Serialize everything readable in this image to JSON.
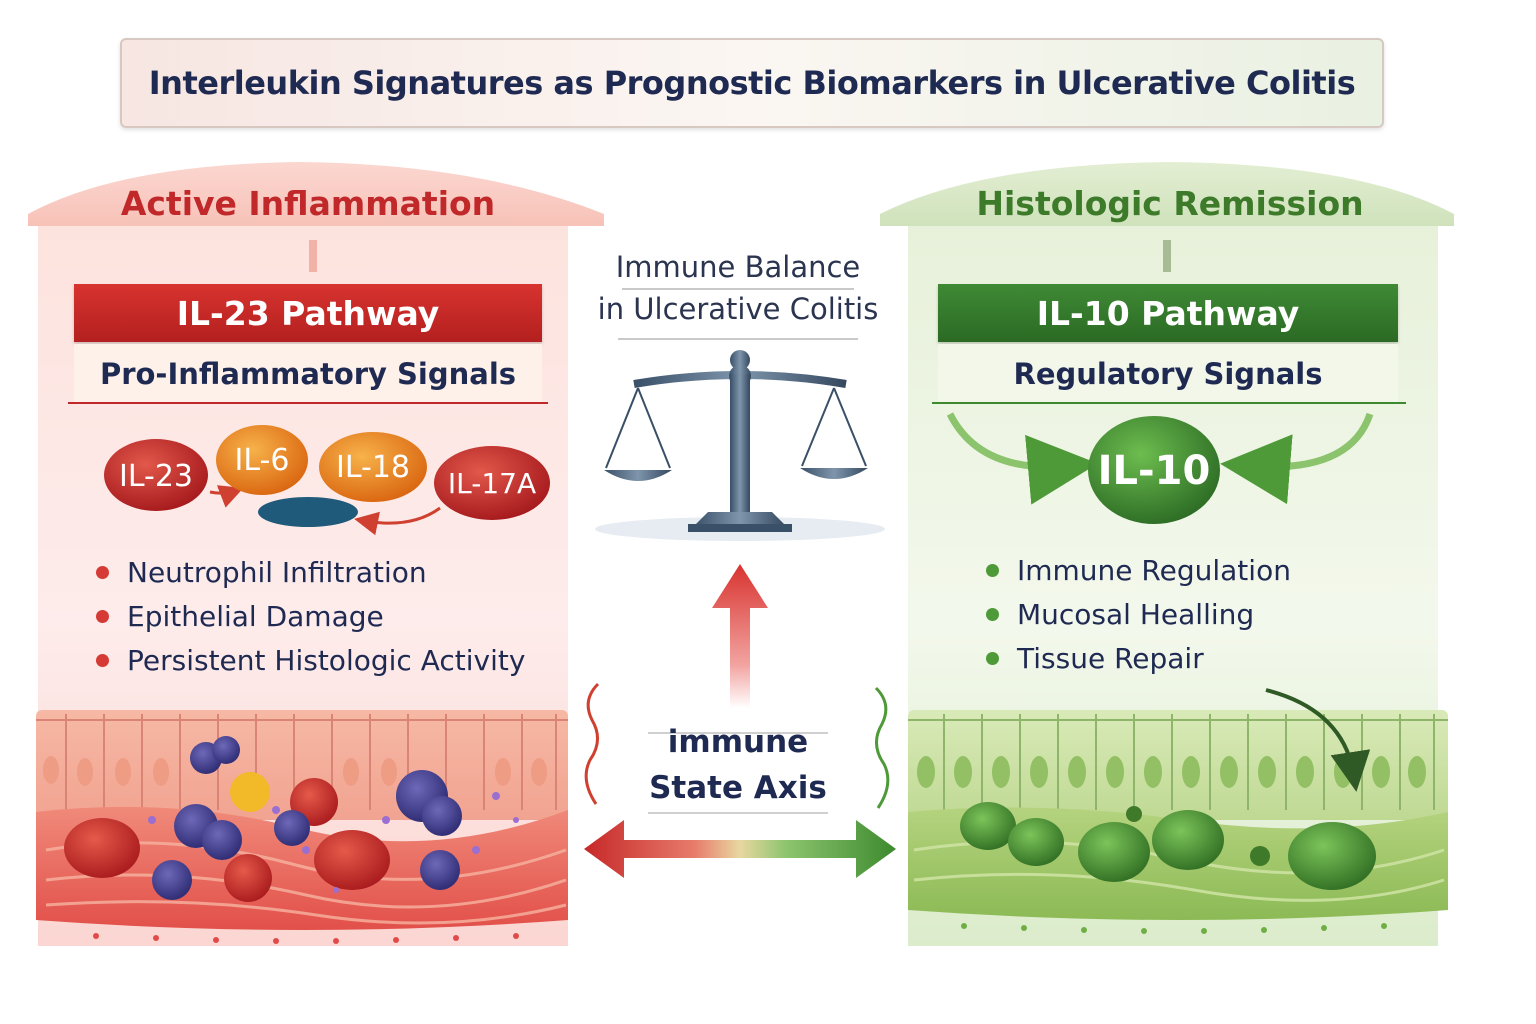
{
  "title": "Interleukin Signatures as Prognostic Biomarkers in Ulcerative Colitis",
  "left": {
    "heading": "Active Inflammation",
    "pathway": "IL-23 Pathway",
    "signals": "Pro-Inflammatory Signals",
    "cytokines": [
      "IL-23",
      "IL-6",
      "IL-18",
      "IL-17A"
    ],
    "effects": [
      "Neutrophil Infiltration",
      "Epithelial Damage",
      "Persistent Histologic Activity"
    ],
    "color": "#c62828"
  },
  "right": {
    "heading": "Histologic Remission",
    "pathway": "IL-10 Pathway",
    "signals": "Regulatory Signals",
    "cytokine": "IL-10",
    "effects": [
      "Immune Regulation",
      "Mucosal Healling",
      "Tissue Repair"
    ],
    "color": "#3d8a2e"
  },
  "center": {
    "balance_line1": "Immune Balance",
    "balance_line2": "in Ulcerative Colitis",
    "axis_line1": "immune",
    "axis_line2": "State Axis"
  },
  "icons": [
    "balance-scale-icon",
    "up-arrow-icon",
    "double-arrow-icon",
    "curved-arrow-icon"
  ]
}
